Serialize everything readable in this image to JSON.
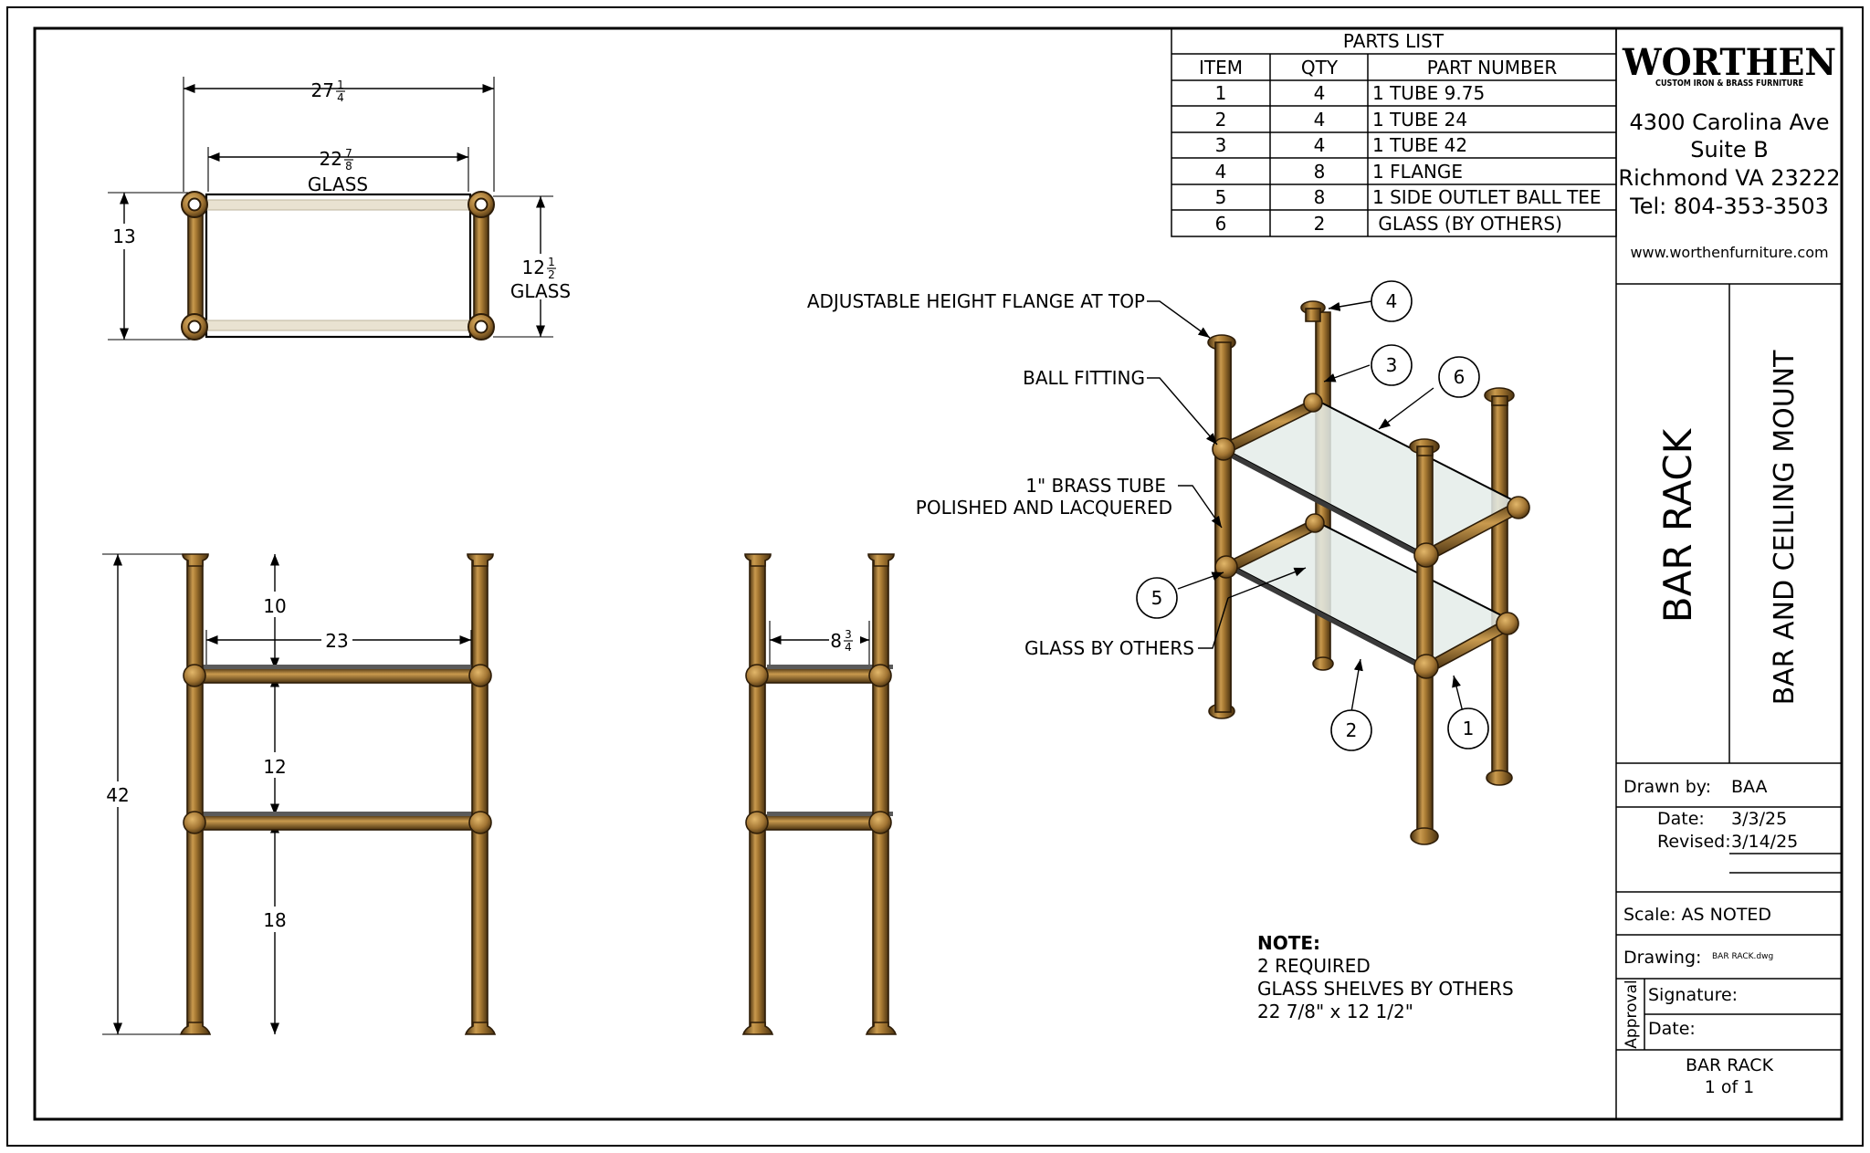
{
  "parts_list": {
    "title": "PARTS LIST",
    "headers": [
      "ITEM",
      "QTY",
      "PART NUMBER"
    ],
    "rows": [
      [
        "1",
        "4",
        "1 TUBE 9.75"
      ],
      [
        "2",
        "4",
        "1 TUBE 24"
      ],
      [
        "3",
        "4",
        "1 TUBE 42"
      ],
      [
        "4",
        "8",
        "1 FLANGE"
      ],
      [
        "5",
        "8",
        "1 SIDE OUTLET BALL TEE"
      ],
      [
        "6",
        "2",
        " GLASS (BY OTHERS)"
      ]
    ]
  },
  "company": {
    "logo": "WORTHEN",
    "tagline": "CUSTOM IRON & BRASS FURNITURE",
    "address1": "4300 Carolina Ave",
    "address2": "Suite B",
    "address3": "Richmond VA 23222",
    "phone": "Tel: 804-353-3503",
    "website": "www.worthenfurniture.com"
  },
  "title_block": {
    "title": "BAR RACK",
    "subtitle": "BAR AND CEILING MOUNT",
    "drawn_by_label": "Drawn by:",
    "drawn_by": "BAA",
    "date_label": "Date:",
    "date": "3/3/25",
    "revised_label": "Revised:",
    "revised": "3/14/25",
    "scale": "Scale: AS NOTED",
    "drawing_label": "Drawing:",
    "drawing_file": "BAR RACK.dwg",
    "approval_label": "Approval",
    "signature_label": "Signature:",
    "approval_date_label": "Date:",
    "sheet_name": "BAR RACK",
    "sheet_number": "1 of 1"
  },
  "top_view": {
    "overall_width": "27",
    "overall_width_frac": [
      "1",
      "4"
    ],
    "glass_width": "22",
    "glass_width_frac": [
      "7",
      "8"
    ],
    "glass_label": "GLASS",
    "depth": "13",
    "glass_depth": "12",
    "glass_depth_frac": [
      "1",
      "2"
    ],
    "glass_depth_label": "GLASS"
  },
  "front_view": {
    "height": "42",
    "top_gap": "10",
    "shelf_width": "23",
    "shelf_spacing": "12",
    "bottom_gap": "18"
  },
  "side_view": {
    "shelf_depth": "8",
    "shelf_depth_frac": [
      "3",
      "4"
    ]
  },
  "callouts": {
    "flange_note": "ADJUSTABLE HEIGHT FLANGE AT TOP",
    "ball_fitting": "BALL FITTING",
    "tube_line1": "1\" BRASS TUBE",
    "tube_line2": "POLISHED AND LACQUERED",
    "glass": "GLASS BY OTHERS",
    "balloons": [
      "4",
      "3",
      "6",
      "5",
      "2",
      "1"
    ]
  },
  "notes": {
    "heading": "NOTE:",
    "line1": "2 REQUIRED",
    "line2": "GLASS SHELVES BY OTHERS",
    "line3": "22 7/8\" x 12 1/2\""
  }
}
